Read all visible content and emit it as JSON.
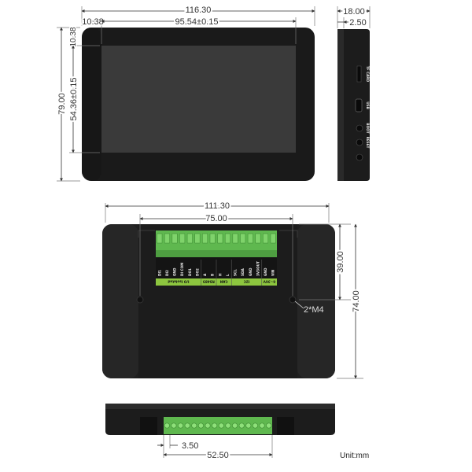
{
  "unit_label": "Unit:mm",
  "front_view": {
    "width": "116.30",
    "display_width": "95.54±0.15",
    "left_offset": "10.38",
    "top_offset": "10.38",
    "height": "79.00",
    "display_height": "54.36±0.15"
  },
  "side_view": {
    "depth": "18.00",
    "bezel": "2.50",
    "ports": [
      "TF CARD",
      "USB",
      "BOOT",
      "RESET"
    ]
  },
  "back_view": {
    "width": "111.30",
    "terminal_width": "75.00",
    "mount_height": "39.00",
    "height": "74.00",
    "screw_label": "2*M4",
    "pin_labels": [
      "DI1",
      "DI2",
      "GND",
      "DI COM",
      "DO1",
      "DO2",
      "A",
      "B",
      "H",
      "L",
      "SCL",
      "SDA",
      "GND",
      "3V3OUT",
      "GND",
      "VIN"
    ],
    "group_labels": [
      "I/O Isolated",
      "RS485",
      "CAN",
      "I2C",
      "6~36V"
    ]
  },
  "bottom_view": {
    "pitch": "3.50",
    "terminal_span": "52.50"
  },
  "colors": {
    "case": "#1c1c1c",
    "screen": "#3b3b3b",
    "terminal_green": "#5fb84f",
    "label_green": "#8dc63f"
  }
}
